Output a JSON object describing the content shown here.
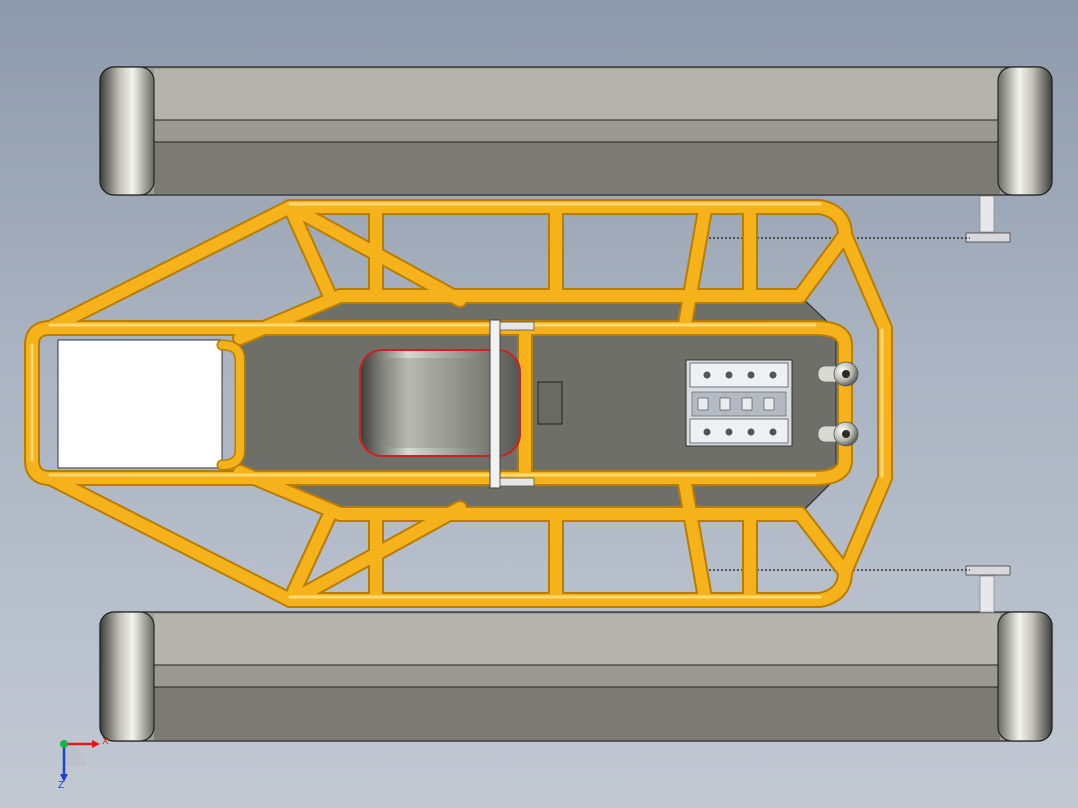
{
  "viewport": {
    "background_top": "#8e99ab",
    "background_bottom": "#c2c9d3"
  },
  "model": {
    "frame_color": "#f6b21a",
    "frame_edge_color": "#b97e00",
    "pontoon_color": "#a9a9a1",
    "floor_color": "#6e6e68",
    "seat_color": "#7d7d78",
    "seat_outline_color": "#cc2222",
    "icons": [
      "pontoon-left",
      "pontoon-right",
      "tube-frame",
      "seat",
      "engine-block",
      "chain-drive"
    ]
  },
  "triad": {
    "x_label": "X",
    "z_label": "Z",
    "x_color": "#e01b1b",
    "y_color": "#16b34a",
    "z_color": "#1f3fd6"
  }
}
